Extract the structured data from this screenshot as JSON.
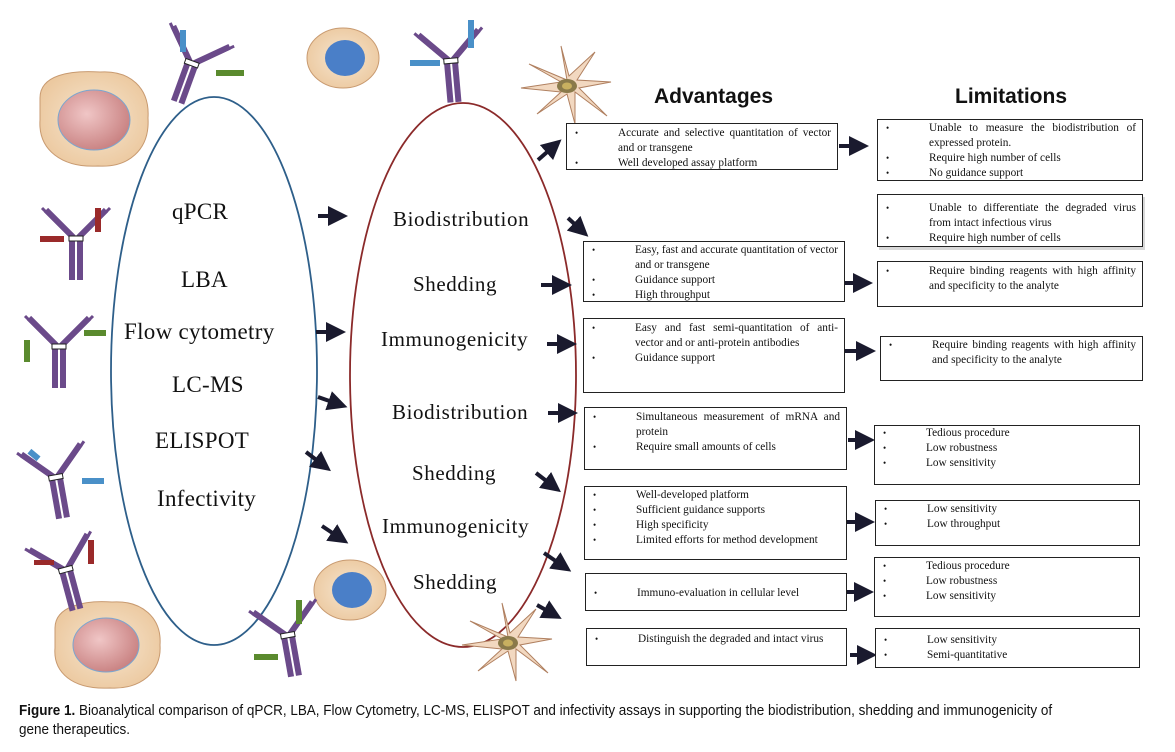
{
  "headers": {
    "advantages": "Advantages",
    "limitations": "Limitations"
  },
  "assays": [
    "qPCR",
    "LBA",
    "Flow cytometry",
    "LC-MS",
    "ELISPOT",
    "Infectivity"
  ],
  "applications": [
    "Biodistribution",
    "Shedding",
    "Immunogenicity",
    "Biodistribution",
    "Shedding",
    "Immunogenicity",
    "Shedding"
  ],
  "advantages": [
    [
      "Accurate and selective quantitation of vector and or transgene",
      "Well developed assay platform"
    ],
    [
      "Easy, fast and accurate quantitation of vector and or transgene",
      "Guidance support",
      "High throughput"
    ],
    [
      "Easy and fast semi-quantitation of anti-vector and or anti-protein antibodies",
      "Guidance support"
    ],
    [
      "Simultaneous measurement of mRNA and protein",
      "Require small amounts of cells"
    ],
    [
      "Well-developed platform",
      "Sufficient guidance supports",
      "High specificity",
      "Limited efforts for method development"
    ],
    [
      "Immuno-evaluation in cellular level"
    ],
    [
      "Distinguish the degraded and intact virus"
    ]
  ],
  "limitations": [
    [
      "Unable to measure the biodistribution of expressed protein.",
      "Require high number of cells",
      "No guidance support"
    ],
    [
      "Unable to differentiate the degraded virus from intact infectious virus",
      "Require high number of cells"
    ],
    [
      "Require binding reagents with high affinity and specificity to the analyte"
    ],
    [
      "Require binding reagents with high affinity and specificity to the analyte"
    ],
    [
      "Tedious procedure",
      "Low robustness",
      "Low sensitivity"
    ],
    [
      "Low sensitivity",
      "Low throughput"
    ],
    [
      "Tedious procedure",
      "Low robustness",
      "Low sensitivity"
    ],
    [
      "Low sensitivity",
      "Semi-quantitative"
    ]
  ],
  "caption": {
    "label": "Figure 1.",
    "text": "Bioanalytical comparison of qPCR, LBA, Flow Cytometry, LC-MS, ELISPOT and infectivity assays in supporting the biodistribution, shedding and immunogenicity of gene therapeutics."
  },
  "colors": {
    "assay_ellipse": "#2e5f8a",
    "application_ellipse": "#8b2a2a",
    "antibody_purple": "#6b4a8a",
    "accent_green": "#5a8a2e",
    "accent_blue": "#4a90c8",
    "accent_red": "#9a2a2a",
    "cell_fill": "#f2dcc0",
    "nucleus_pink": "#d89a9a",
    "nucleus_blue": "#4a7fc8"
  }
}
